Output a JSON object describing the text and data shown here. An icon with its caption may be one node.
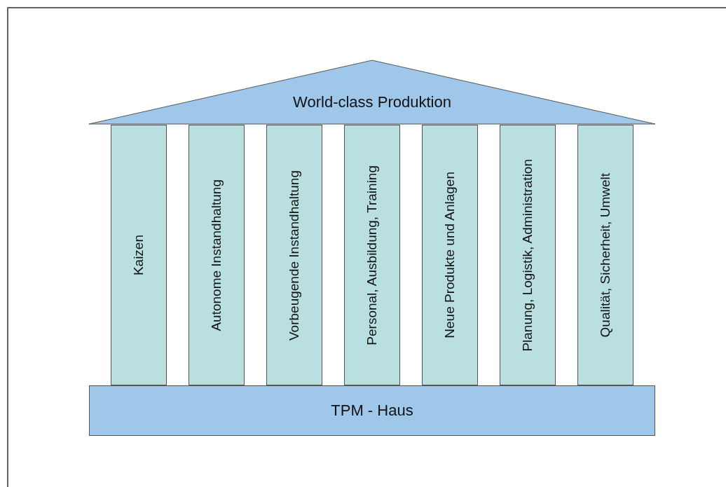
{
  "diagram": {
    "nodes": [
      {
        "text": [
          "World-class Produktion"
        ]
      },
      {
        "text": [
          "Kaizen"
        ]
      },
      {
        "text": [
          "Autonome Instandhaltung"
        ]
      },
      {
        "text": [
          "Vorbeugende Instandhaltung"
        ]
      },
      {
        "text": [
          "Personal, Ausbildung, Training"
        ]
      },
      {
        "text": [
          "Neue Produkte und Anlagen"
        ]
      },
      {
        "text": [
          "Planung, Logistik, Administration"
        ]
      },
      {
        "text": [
          "Qualität, Sicherheit, Umwelt"
        ]
      },
      {
        "text": [
          "TPM - Haus"
        ]
      }
    ]
  }
}
